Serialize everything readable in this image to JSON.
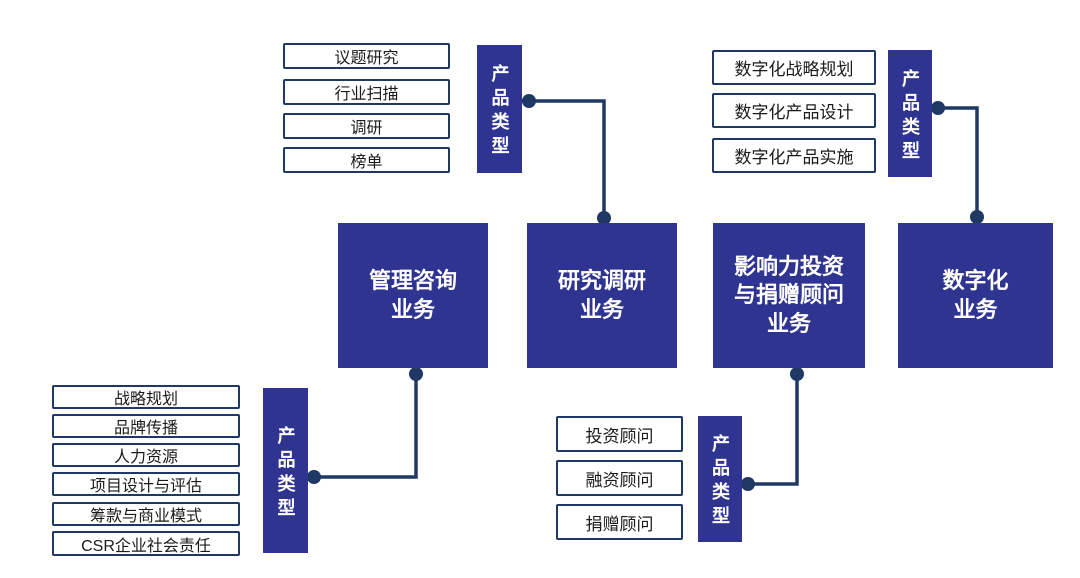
{
  "colors": {
    "primary": "#2F3490",
    "line": "#1F3864",
    "background": "#FFFFFF",
    "ink": "#1A1A1A",
    "box-text": "#FFFFFF"
  },
  "diagram": {
    "businesses": {
      "consulting": {
        "label": "管理咨询\n业务"
      },
      "research": {
        "label": "研究调研\n业务"
      },
      "impact": {
        "label": "影响力投资\n与捐赠顾问\n业务"
      },
      "digital": {
        "label": "数字化\n业务"
      }
    },
    "groups": {
      "research_products": {
        "tag": "产品类型",
        "items": [
          "议题研究",
          "行业扫描",
          "调研",
          "榜单"
        ]
      },
      "digital_products": {
        "tag": "产品类型",
        "items": [
          "数字化战略规划",
          "数字化产品设计",
          "数字化产品实施"
        ]
      },
      "consulting_products": {
        "tag": "产品类型",
        "items": [
          "战略规划",
          "品牌传播",
          "人力资源",
          "项目设计与评估",
          "筹款与商业模式",
          "CSR企业社会责任"
        ]
      },
      "impact_products": {
        "tag": "产品类型",
        "items": [
          "投资顾问",
          "融资顾问",
          "捐赠顾问"
        ]
      }
    },
    "connections": [
      {
        "from": "research_products",
        "to": "研究调研业务"
      },
      {
        "from": "digital_products",
        "to": "数字化业务"
      },
      {
        "from": "consulting_products",
        "to": "管理咨询业务"
      },
      {
        "from": "impact_products",
        "to": "影响力投资与捐赠顾问业务"
      }
    ]
  }
}
